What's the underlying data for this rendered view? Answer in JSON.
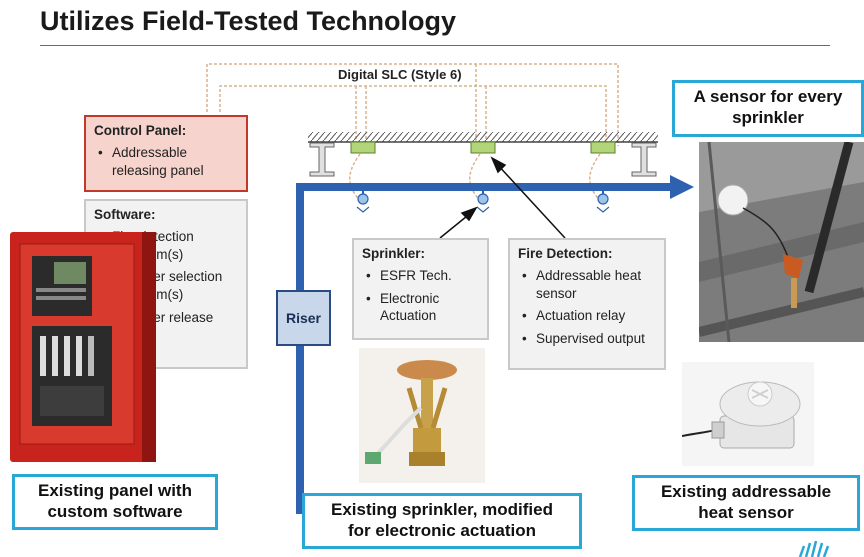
{
  "title": "Utilizes Field-Tested Technology",
  "slc_label": "Digital SLC (Style 6)",
  "riser_label": "Riser",
  "control_panel": {
    "heading": "Control Panel:",
    "items": [
      "Addressable releasing panel"
    ]
  },
  "software": {
    "heading": "Software:",
    "items": [
      "Fire detection algorithm(s)",
      "Sprinkler selection algorithm(s)",
      "Sprinkler release criteria"
    ]
  },
  "sprinkler": {
    "heading": "Sprinkler:",
    "items": [
      "ESFR Tech.",
      "Electronic Actuation"
    ]
  },
  "fire_detection": {
    "heading": "Fire Detection:",
    "items": [
      "Addressable heat sensor",
      "Actuation relay",
      "Supervised output"
    ]
  },
  "callouts": {
    "sensor_every": "A sensor for every\nsprinkler",
    "existing_panel": "Existing panel with\ncustom software",
    "existing_sprinkler": "Existing sprinkler, modified\nfor electronic actuation",
    "existing_sensor": "Existing addressable\nheat sensor"
  },
  "colors": {
    "pipe": "#2e62b0",
    "wire": "#d9b38a",
    "sensor": "#b3d57a",
    "control_panel_border": "#c0392b",
    "callout_border": "#29a8d8"
  },
  "icons": [
    "i-beam-icon",
    "heat-sensor-icon",
    "sprinkler-head-icon",
    "pipe-arrow-icon"
  ]
}
